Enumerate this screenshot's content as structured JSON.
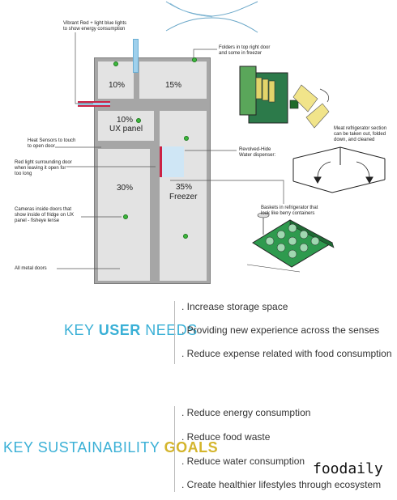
{
  "fridge": {
    "compartments": {
      "top_left": "10%",
      "top_right": "15%",
      "ux_pct": "10%",
      "ux_label": "UX panel",
      "bottom_left": "30%",
      "freezer_pct": "35%",
      "freezer_label": "Freezer"
    }
  },
  "annotations": {
    "lights": [
      "Vibrant Red + light blue lights",
      "to show energy consumption"
    ],
    "heat": [
      "Heat Sensors to touch",
      "to open door"
    ],
    "red_light": [
      "Red light surrounding door",
      "when leaving it open for",
      "too long"
    ],
    "cameras": [
      "Cameras inside doors that",
      "show inside of fridge on UX",
      "panel - fisheye lense"
    ],
    "metal": [
      "All metal doors"
    ],
    "folders": [
      "Folders in top right door",
      "and some in freezer"
    ],
    "water": [
      "Revolved-Hide",
      "Water dispenser:"
    ],
    "meat": [
      "Meat refrigerator section",
      "can be taken out, folded",
      "down, and cleaned"
    ],
    "baskets": [
      "Baskets in refrigerator that",
      "look like berry containers"
    ]
  },
  "needs": {
    "heading_key": "KEY",
    "heading_user": "USER",
    "heading_needs": "NEEDS",
    "items": [
      ". Increase storage space",
      ". Providing new experience across the senses",
      ". Reduce expense related with food consumption"
    ]
  },
  "goals": {
    "heading_key": "KEY",
    "heading_sus": "SUSTAINABILITY",
    "heading_goals": "GOALS",
    "items": [
      ". Reduce energy consumption",
      ". Reduce food waste",
      ". Reduce water consumption",
      ". Create healthier lifestyles through ecosystem"
    ]
  },
  "watermark": "foodaily",
  "colors": {
    "accent_blue": "#3ab0d6",
    "accent_yellow": "#d4b52c",
    "light_red": "#cc2244",
    "light_blue": "#9fd0ec",
    "indicator_green": "#3db83d"
  }
}
